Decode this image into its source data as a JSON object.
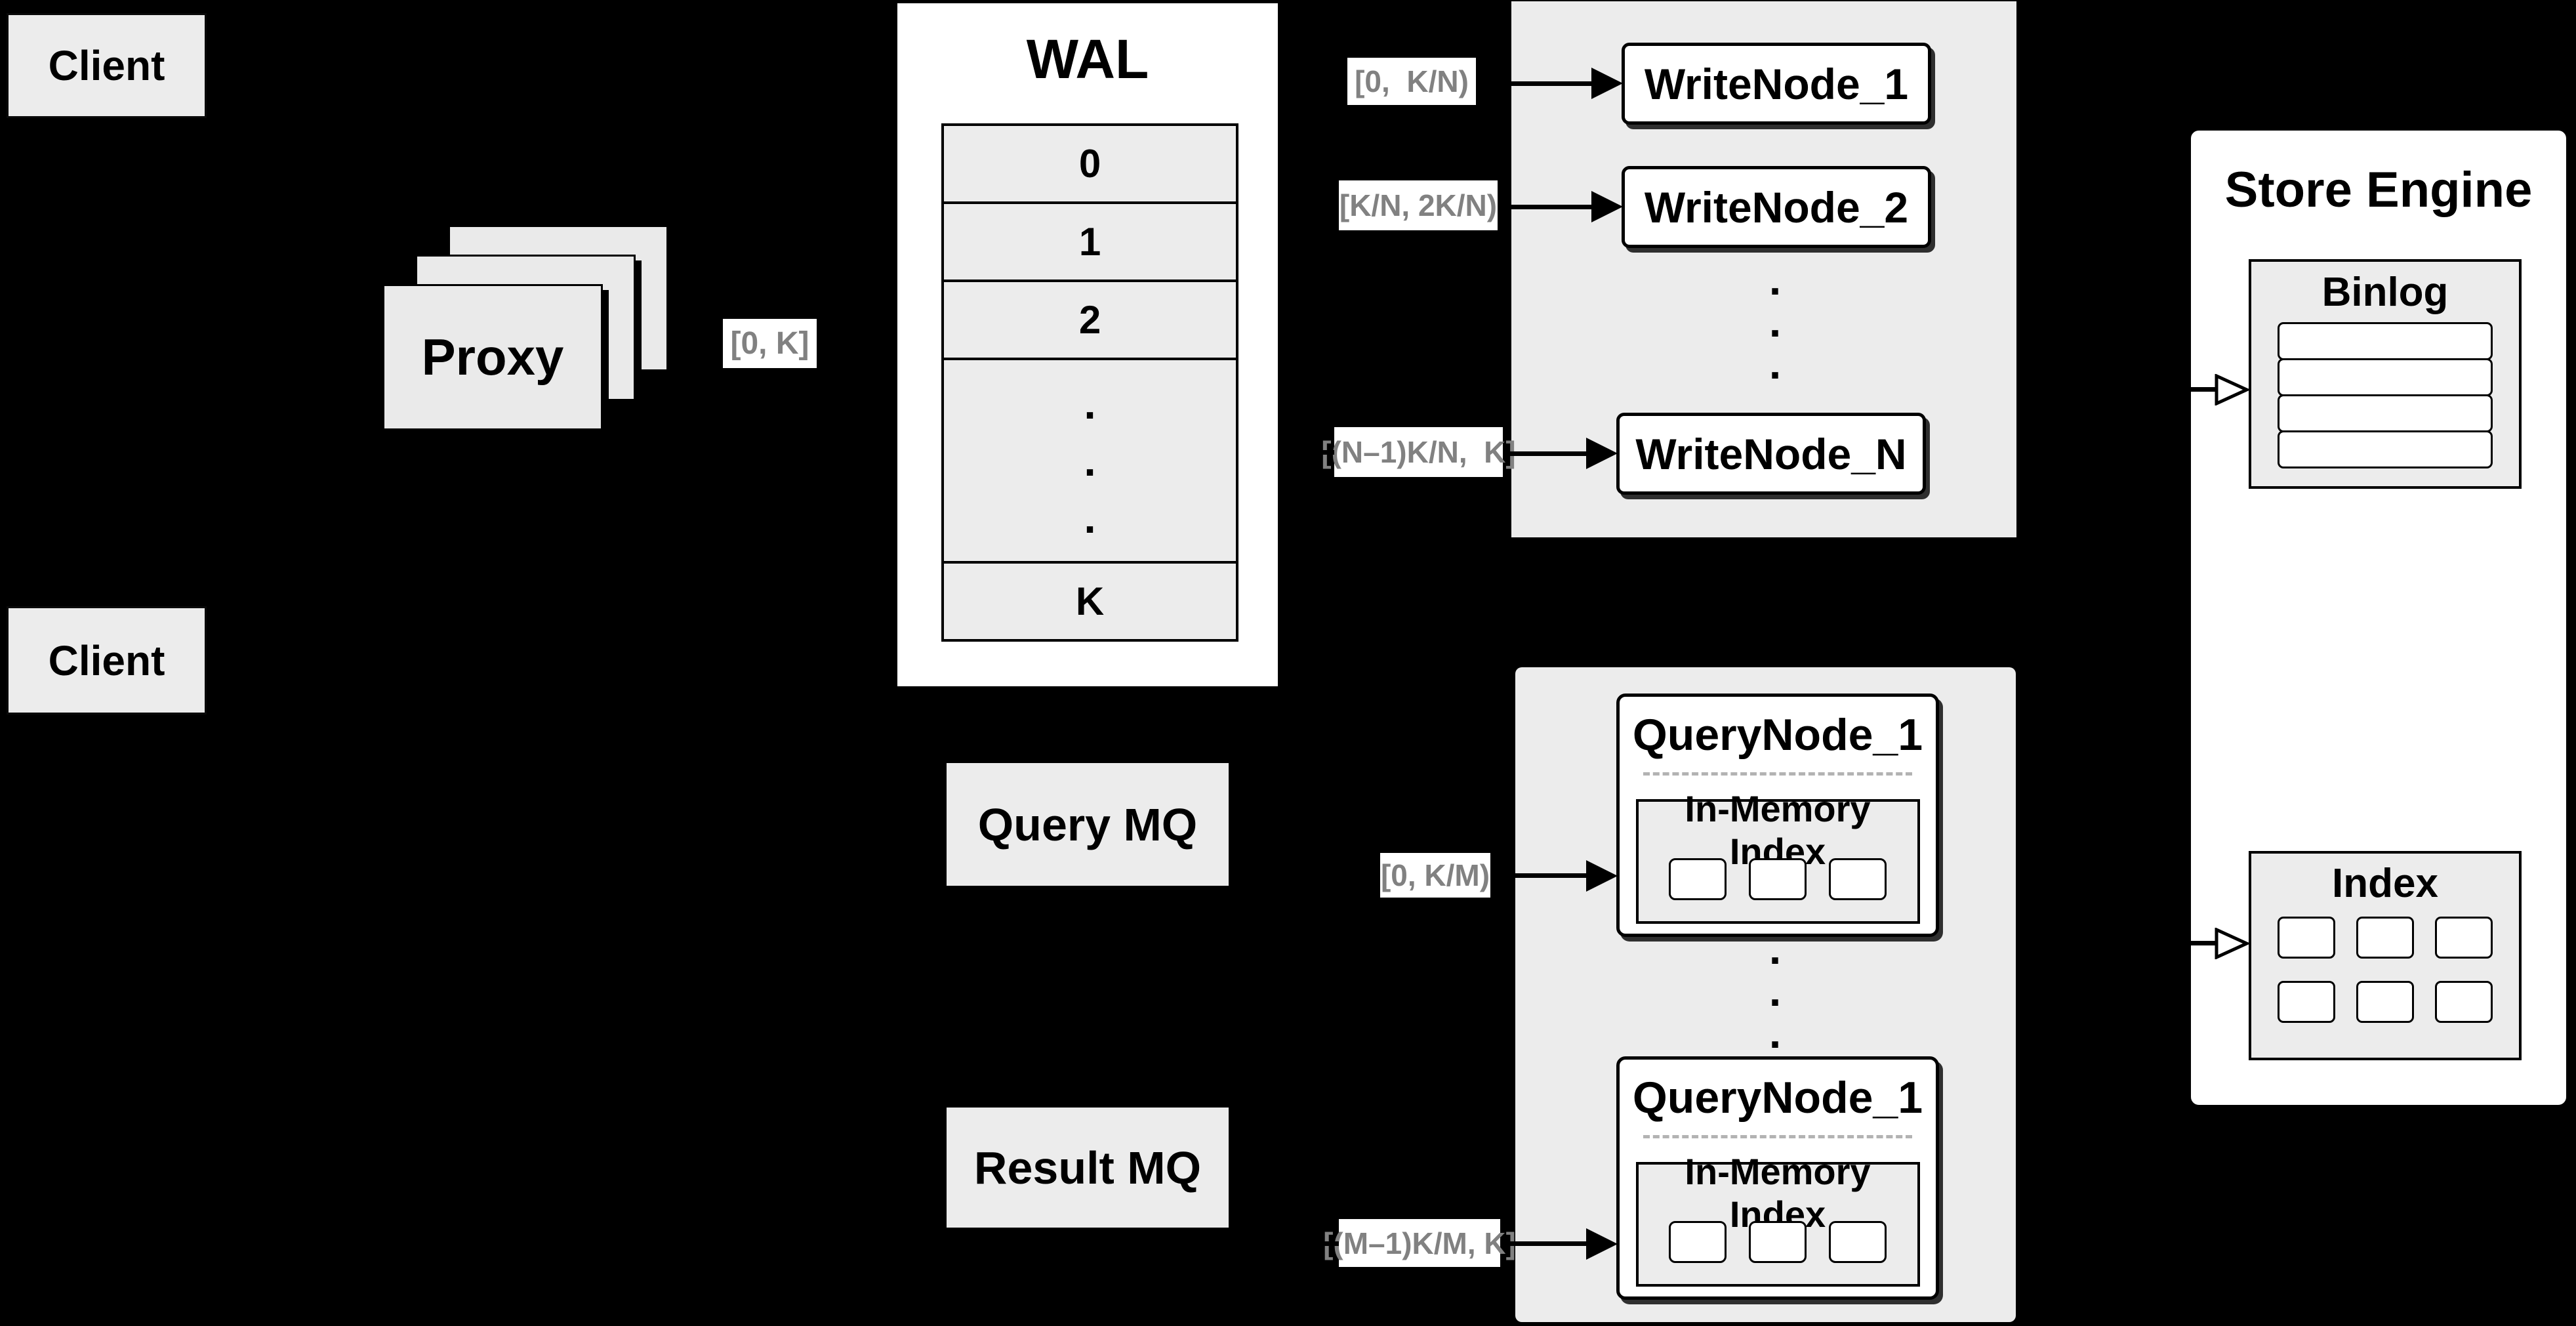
{
  "colors": {
    "background": "#000000",
    "box_fill_gray": "#ececec",
    "box_fill_white": "#ffffff",
    "border_black": "#000000",
    "range_label_text": "#818181",
    "dashed_divider": "#b3b3b3"
  },
  "clients": {
    "top_label": "Client",
    "bottom_label": "Client"
  },
  "proxy": {
    "label": "Proxy",
    "range": "[0, K]"
  },
  "wal": {
    "title": "WAL",
    "cells": [
      "0",
      "1",
      "2",
      "K"
    ]
  },
  "write_group": {
    "nodes": [
      "WriteNode_1",
      "WriteNode_2",
      "WriteNode_N"
    ],
    "ranges": [
      "[0,  K/N)",
      "[K/N, 2K/N)",
      "[(N–1)K/N,  K]"
    ]
  },
  "mq": {
    "query": "Query MQ",
    "result": "Result MQ"
  },
  "query_group": {
    "nodes": [
      "QueryNode_1",
      "QueryNode_1"
    ],
    "inner_title": "In-Memory Index",
    "ranges": [
      "[0, K/M)",
      "[(M–1)K/M, K]"
    ]
  },
  "store": {
    "title": "Store Engine",
    "binlog_title": "Binlog",
    "index_title": "Index"
  },
  "dots": [
    ".",
    ".",
    "."
  ]
}
